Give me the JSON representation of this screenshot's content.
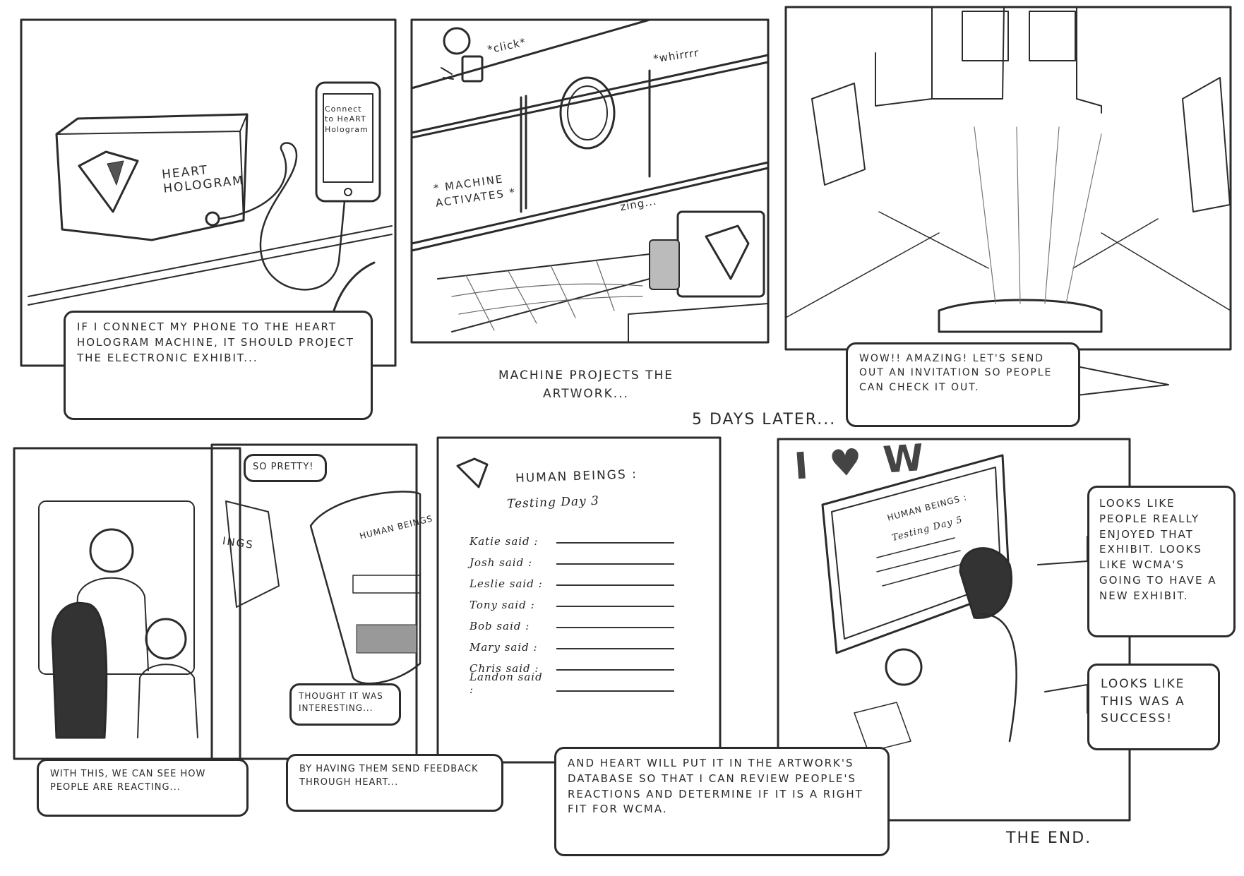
{
  "panels": {
    "p1": {
      "device_label": "HeART HOLOGRAM",
      "phone_text": "Connect to HeART Hologram",
      "caption": "IF I CONNECT MY PHONE TO THE HeART HOLOGRAM MACHINE, IT SHOULD PROJECT THE ELECTRONIC EXHIBIT..."
    },
    "p2": {
      "sfx_click": "*click*",
      "sfx_whirr": "*whirrrr",
      "machine_label": "* MACHINE ACTIVATES *",
      "sfx_zing": "zing...",
      "caption": "MACHINE PROJECTS THE ARTWORK..."
    },
    "p3": {
      "speech": "WOW!! AMAZING! LET'S SEND OUT AN INVITATION SO PEOPLE CAN CHECK IT OUT."
    },
    "time_skip": "5 DAYS LATER...",
    "p4": {
      "caption": "WITH THIS, WE CAN SEE HOW PEOPLE ARE REACTING..."
    },
    "p5": {
      "speech_top": "SO PRETTY!",
      "tablet_text": "INGS",
      "phone_header": "HUMAN BEINGS",
      "speech_bottom": "THOUGHT IT WAS INTERESTING...",
      "caption": "BY HAVING THEM SEND FEEDBACK THROUGH HeART..."
    },
    "p6": {
      "title": "HUMAN BEINGS :",
      "subtitle": "Testing Day 3",
      "feedback": [
        "Katie said :",
        "Josh said :",
        "Leslie said :",
        "Tony said :",
        "Bob said :",
        "Mary said :",
        "Chris said :",
        "Landon said :"
      ],
      "caption": "AND HEART WILL PUT IT IN THE ARTWORK'S DATABASE SO THAT I CAN REVIEW PEOPLE'S REACTIONS AND DETERMINE IF IT IS A RIGHT FIT FOR WCMA."
    },
    "p7": {
      "sign": "I ♥ W",
      "screen_title": "HUMAN BEINGS :",
      "screen_subtitle": "Testing Day 5",
      "speech_top": "LOOKS LIKE PEOPLE REALLY ENJOYED THAT EXHIBIT. LOOKS LIKE WCMA'S GOING TO HAVE A NEW EXHIBIT.",
      "speech_bottom": "LOOKS LIKE THIS WAS A SUCCESS!",
      "ending": "THE END."
    }
  }
}
